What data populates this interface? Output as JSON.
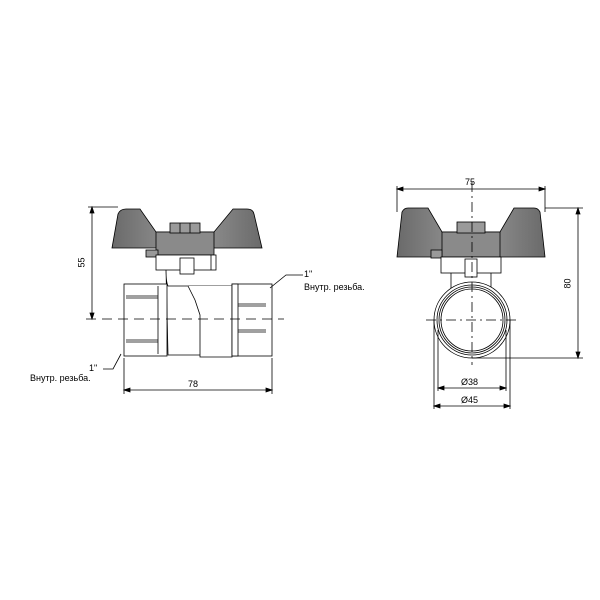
{
  "drawing": {
    "subject": "Ball valve with butterfly handle",
    "front_view": {
      "height_label": "55",
      "length_label": "78",
      "thread_left": {
        "size": "1\"",
        "note": "Внутр. резьба."
      },
      "thread_right": {
        "size": "1\"",
        "note": "Внутр. резьба."
      }
    },
    "side_view": {
      "width_label": "75",
      "height_label": "80",
      "inner_diameter_label": "Ø38",
      "outer_diameter_label": "Ø45"
    }
  },
  "colors": {
    "line": "#000000",
    "handle_fill": "#7f7f7f",
    "background": "#ffffff"
  }
}
